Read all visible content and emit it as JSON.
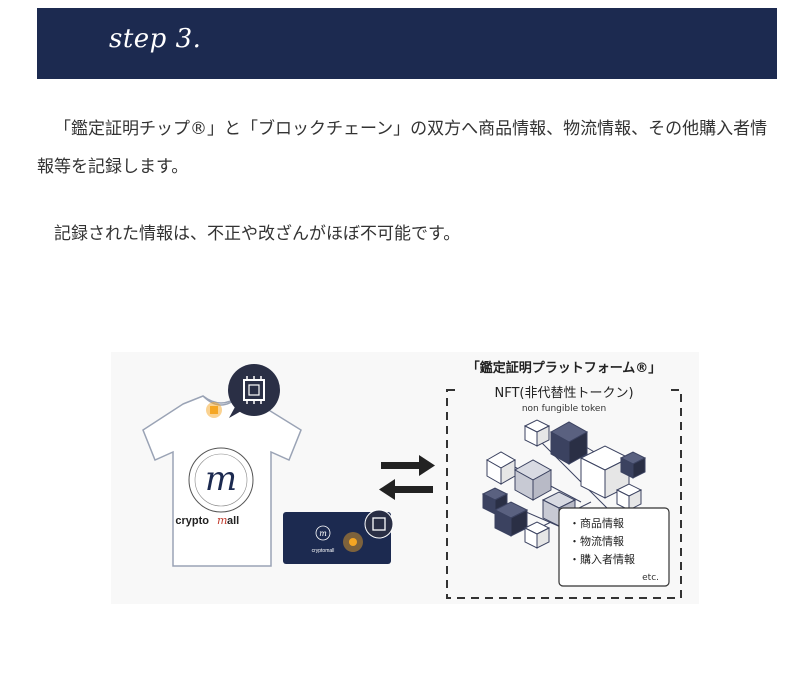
{
  "header": {
    "step_title": "step 3."
  },
  "body": {
    "paragraph_1": "「鑑定証明チップ®」と「ブロックチェーン」の双方へ商品情報、物流情報、その他購入者情報等を記録します。",
    "paragraph_2": "記録された情報は、不正や改ざんがほぼ不可能です。"
  },
  "illustration": {
    "platform_title": "「鑑定証明プラットフォーム®」",
    "nft_label": "NFT(非代替性トークン)",
    "nft_sub": "non fungible token",
    "brand_text": "crypto",
    "brand_text_2": "all",
    "card_brand": "cryptomall",
    "info_items": [
      "・商品情報",
      "・物流情報",
      "・購入者情報"
    ],
    "info_etc": "etc.",
    "colors": {
      "navy": "#1c2a50",
      "chip": "#f5a623",
      "cube_dark": "#3b4260"
    }
  }
}
